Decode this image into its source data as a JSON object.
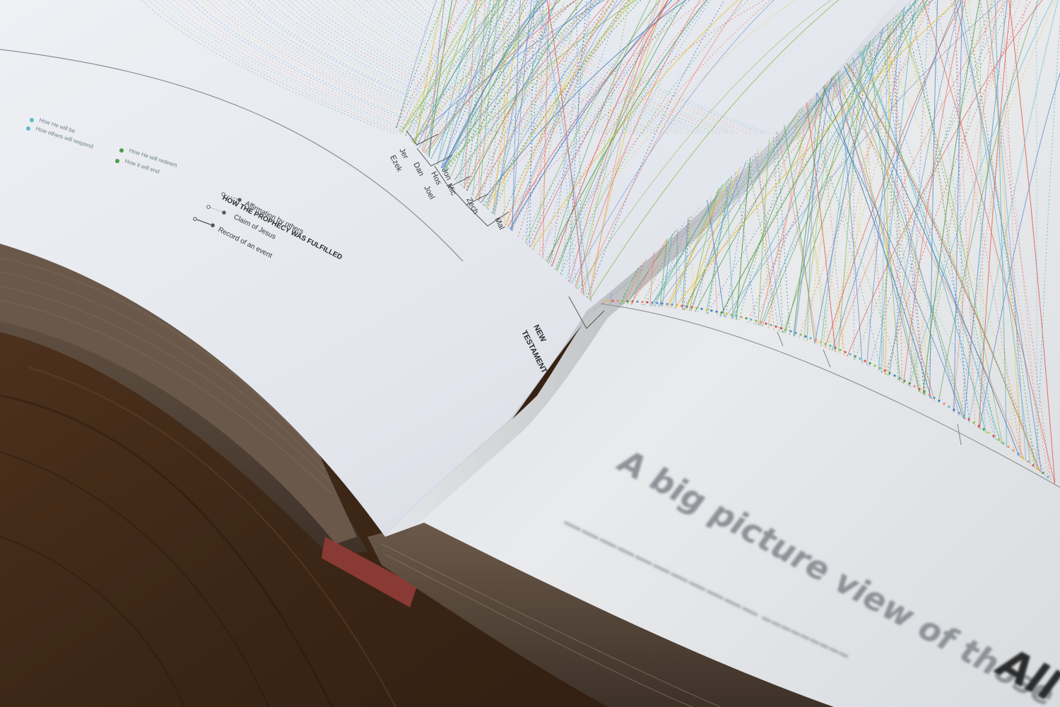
{
  "book_labels": {
    "books": [
      "Ezek",
      "Jer",
      "Dan",
      "Hos",
      "Jon",
      "Joel",
      "Mic",
      "Zech",
      "Mal"
    ],
    "section": [
      "NEW",
      "TESTAMENT"
    ]
  },
  "legend_top": {
    "items": [
      {
        "text": "How He will be",
        "color": "#5fb8c8"
      },
      {
        "text": "How others will respond",
        "color": "#5fb8c8"
      },
      {
        "text": "How He will redeem",
        "color": "#4f9a4a"
      },
      {
        "text": "How it will end",
        "color": "#4f9a4a"
      }
    ]
  },
  "legend_fulfilled": {
    "title": "HOW THE PROPHECY WAS FULFILLED",
    "items": [
      {
        "text": "Affirmation by others"
      },
      {
        "text": "Claim of Jesus"
      },
      {
        "text": "Record of an event"
      }
    ]
  },
  "headline": {
    "title": "A big picture view of those",
    "corner": "All"
  },
  "arc_colors": [
    "#4f9a4a",
    "#3f7fbf",
    "#e0524a",
    "#e6c22a",
    "#5fb8c8",
    "#8fbf5a",
    "#f08a7a",
    "#6a8fd0"
  ]
}
